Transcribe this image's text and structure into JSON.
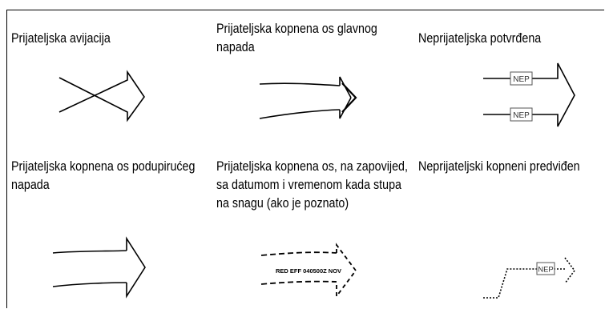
{
  "cells": [
    {
      "title_lines": [
        "Prijateljska avijacija"
      ]
    },
    {
      "title_lines": [
        "Prijateljska kopnena os glavnog",
        "napada"
      ]
    },
    {
      "title_lines": [
        "Neprijateljska potvrđena"
      ]
    },
    {
      "title_lines": [
        "Prijateljska kopnena os podupirućeg",
        "napada"
      ]
    },
    {
      "title_lines": [
        "Prijateljska kopnena os, na zapovijed,",
        "sa datumom i vremenom kada stupa",
        "na snagu (ako je poznato)"
      ]
    },
    {
      "title_lines": [
        "Neprijateljski kopneni predviđen"
      ]
    }
  ],
  "symbol_labels": {
    "enemy_confirmed_top": "NEP",
    "enemy_confirmed_bottom": "NEP",
    "on_order_dtg": "RED EFF 040500Z NOV",
    "enemy_anticipated": "NEP"
  }
}
